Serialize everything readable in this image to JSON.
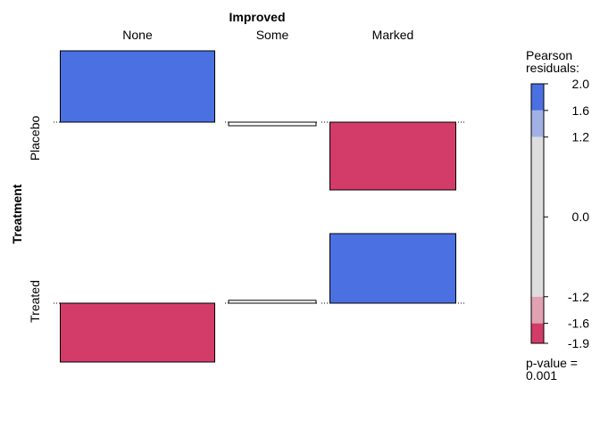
{
  "chart_data": {
    "type": "association plot",
    "column_variable": "Improved",
    "row_variable": "Treatment",
    "columns": [
      "None",
      "Some",
      "Marked"
    ],
    "rows": [
      "Placebo",
      "Treated"
    ],
    "residuals": [
      [
        2.0,
        -0.1,
        -1.9
      ],
      [
        -1.65,
        0.08,
        1.95
      ]
    ],
    "legend": {
      "title_line1": "Pearson",
      "title_line2": "residuals:",
      "ticks": [
        "2.0",
        "1.6",
        "1.2",
        "0.0",
        "-1.2",
        "-1.6",
        "-1.9"
      ],
      "tick_values": [
        2.0,
        1.6,
        1.2,
        0.0,
        -1.2,
        -1.6,
        -1.9
      ],
      "range": [
        -1.9,
        2.0
      ],
      "bands": [
        {
          "from": 1.6,
          "to": 2.0,
          "color": "#4a70e2"
        },
        {
          "from": 1.2,
          "to": 1.6,
          "color": "#a2b1e5"
        },
        {
          "from": -1.2,
          "to": 1.2,
          "color": "#dddddd"
        },
        {
          "from": -1.6,
          "to": -1.2,
          "color": "#e2a1b2"
        },
        {
          "from": -1.9,
          "to": -1.6,
          "color": "#d33c69"
        }
      ]
    },
    "pvalue_line1": "p-value =",
    "pvalue_line2": "0.001",
    "colors": {
      "strong_positive": "#4a70e2",
      "strong_negative": "#d33c69",
      "neutral": "#ffffff"
    }
  }
}
